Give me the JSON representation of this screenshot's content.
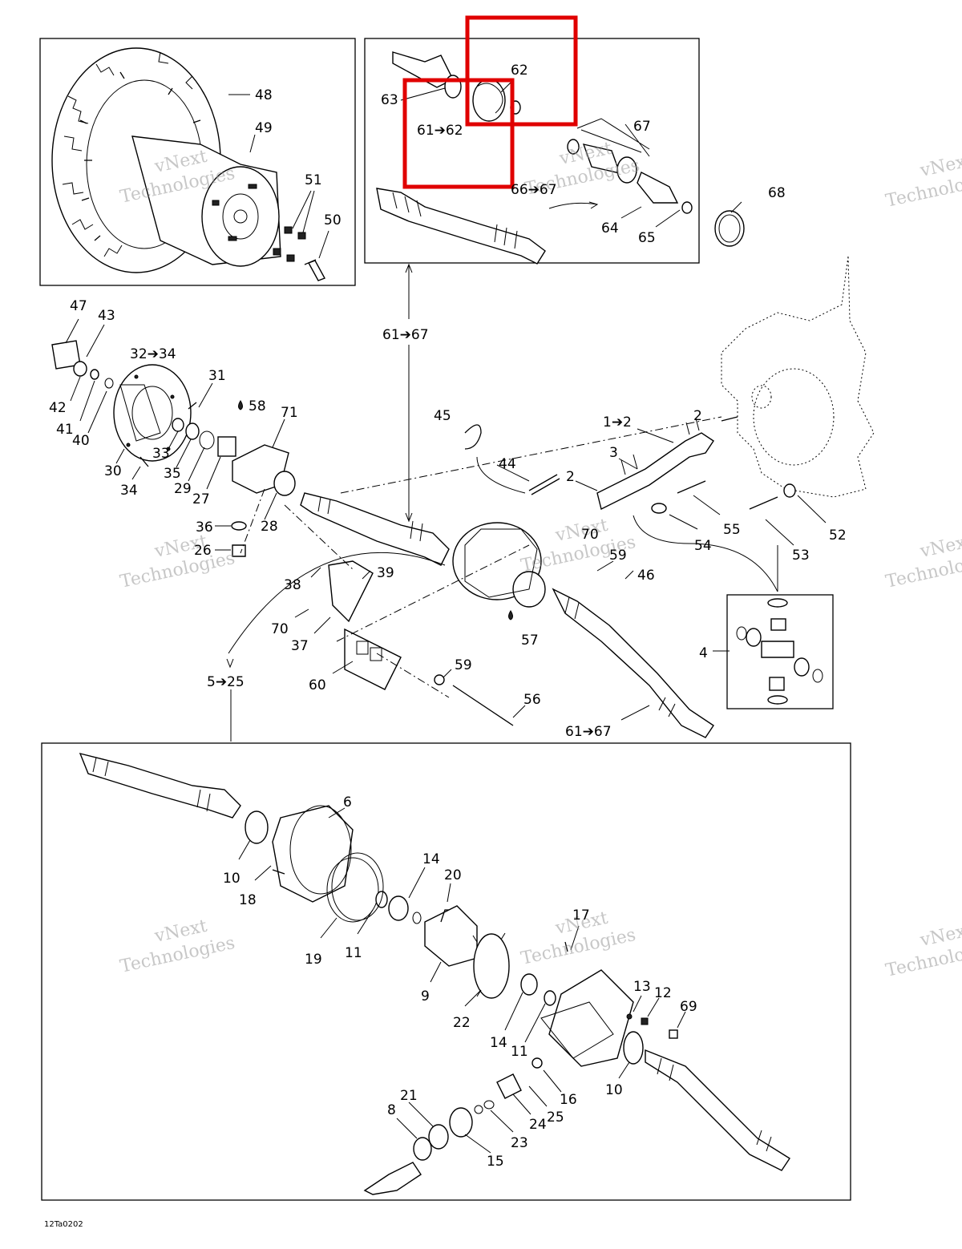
{
  "diagram": {
    "code": "12Ta0202",
    "watermark_line1": "vNext",
    "watermark_line2": "Technologies",
    "labels": [
      "48",
      "49",
      "51",
      "50",
      "62",
      "63",
      "61➔62",
      "67",
      "66➔67",
      "64",
      "65",
      "68",
      "47",
      "43",
      "32➔34",
      "31",
      "42",
      "41",
      "40",
      "58",
      "71",
      "30",
      "33",
      "35",
      "29",
      "27",
      "34",
      "36",
      "26",
      "28",
      "61➔67",
      "45",
      "44",
      "1➔2",
      "2",
      "3",
      "2",
      "55",
      "54",
      "52",
      "53",
      "70",
      "59",
      "46",
      "38",
      "39",
      "70",
      "37",
      "57",
      "4",
      "59",
      "60",
      "56",
      "5➔25",
      "61➔67",
      "6",
      "10",
      "18",
      "14",
      "20",
      "19",
      "11",
      "9",
      "17",
      "22",
      "13",
      "12",
      "69",
      "14",
      "11",
      "10",
      "16",
      "25",
      "21",
      "24",
      "8",
      "23",
      "15"
    ],
    "highlight_color": "#e00000"
  }
}
